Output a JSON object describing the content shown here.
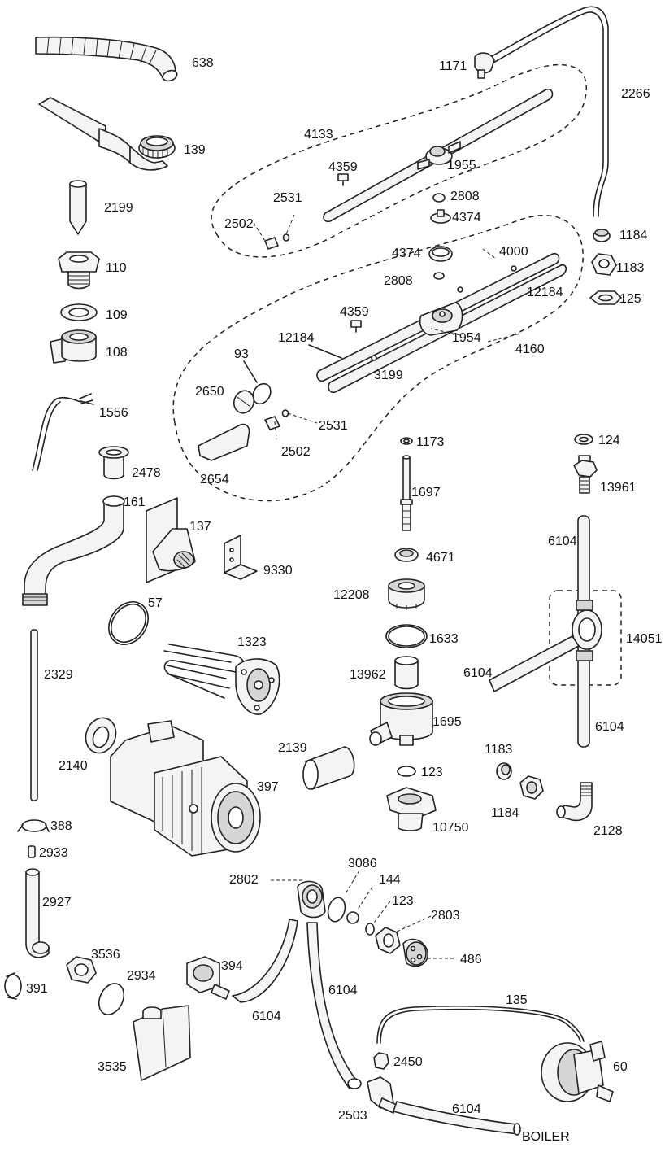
{
  "labels": {
    "l638": "638",
    "l139": "139",
    "l2199": "2199",
    "l110": "110",
    "l109": "109",
    "l108": "108",
    "l1556": "1556",
    "l2478": "2478",
    "l161": "161",
    "l137": "137",
    "l9330": "9330",
    "l57": "57",
    "l1323": "1323",
    "l2329": "2329",
    "l2140": "2140",
    "l397": "397",
    "l388": "388",
    "l2933": "2933",
    "l2927": "2927",
    "l391": "391",
    "l3536": "3536",
    "l2934": "2934",
    "l3535": "3535",
    "l394": "394",
    "l2802": "2802",
    "l6104_hose_left": "6104",
    "l6104_hose_mid": "6104",
    "l3086": "3086",
    "l144": "144",
    "l123_lower": "123",
    "l2803": "2803",
    "l486": "486",
    "l135": "135",
    "l60": "60",
    "l2450": "2450",
    "l2503": "2503",
    "l6104_hose_bottom": "6104",
    "boiler": "BOILER",
    "l1171": "1171",
    "l2266": "2266",
    "l4133": "4133",
    "l1955": "1955",
    "l4359_upper": "4359",
    "l2531_upper": "2531",
    "l2808_upper": "2808",
    "l4374_upper": "4374",
    "l2502_upper": "2502",
    "l1184_upper": "1184",
    "l1183_upper": "1183",
    "l125": "125",
    "l4374_lower": "4374",
    "l4000": "4000",
    "l2808_lower": "2808",
    "l12184_right": "12184",
    "l4359_lower": "4359",
    "l12184_left": "12184",
    "l1954": "1954",
    "l4160": "4160",
    "l93": "93",
    "l3199": "3199",
    "l2650": "2650",
    "l2531_lower": "2531",
    "l2502_lower": "2502",
    "l2654": "2654",
    "l1173": "1173",
    "l1697": "1697",
    "l4671": "4671",
    "l12208": "12208",
    "l1633": "1633",
    "l13962": "13962",
    "l1695": "1695",
    "l2139": "2139",
    "l123_mid": "123",
    "l10750": "10750",
    "l124": "124",
    "l13961": "13961",
    "l6104_top": "6104",
    "l14051": "14051",
    "l6104_left": "6104",
    "l6104_bottom": "6104",
    "l1183_lower": "1183",
    "l1184_lower": "1184",
    "l2128": "2128"
  }
}
